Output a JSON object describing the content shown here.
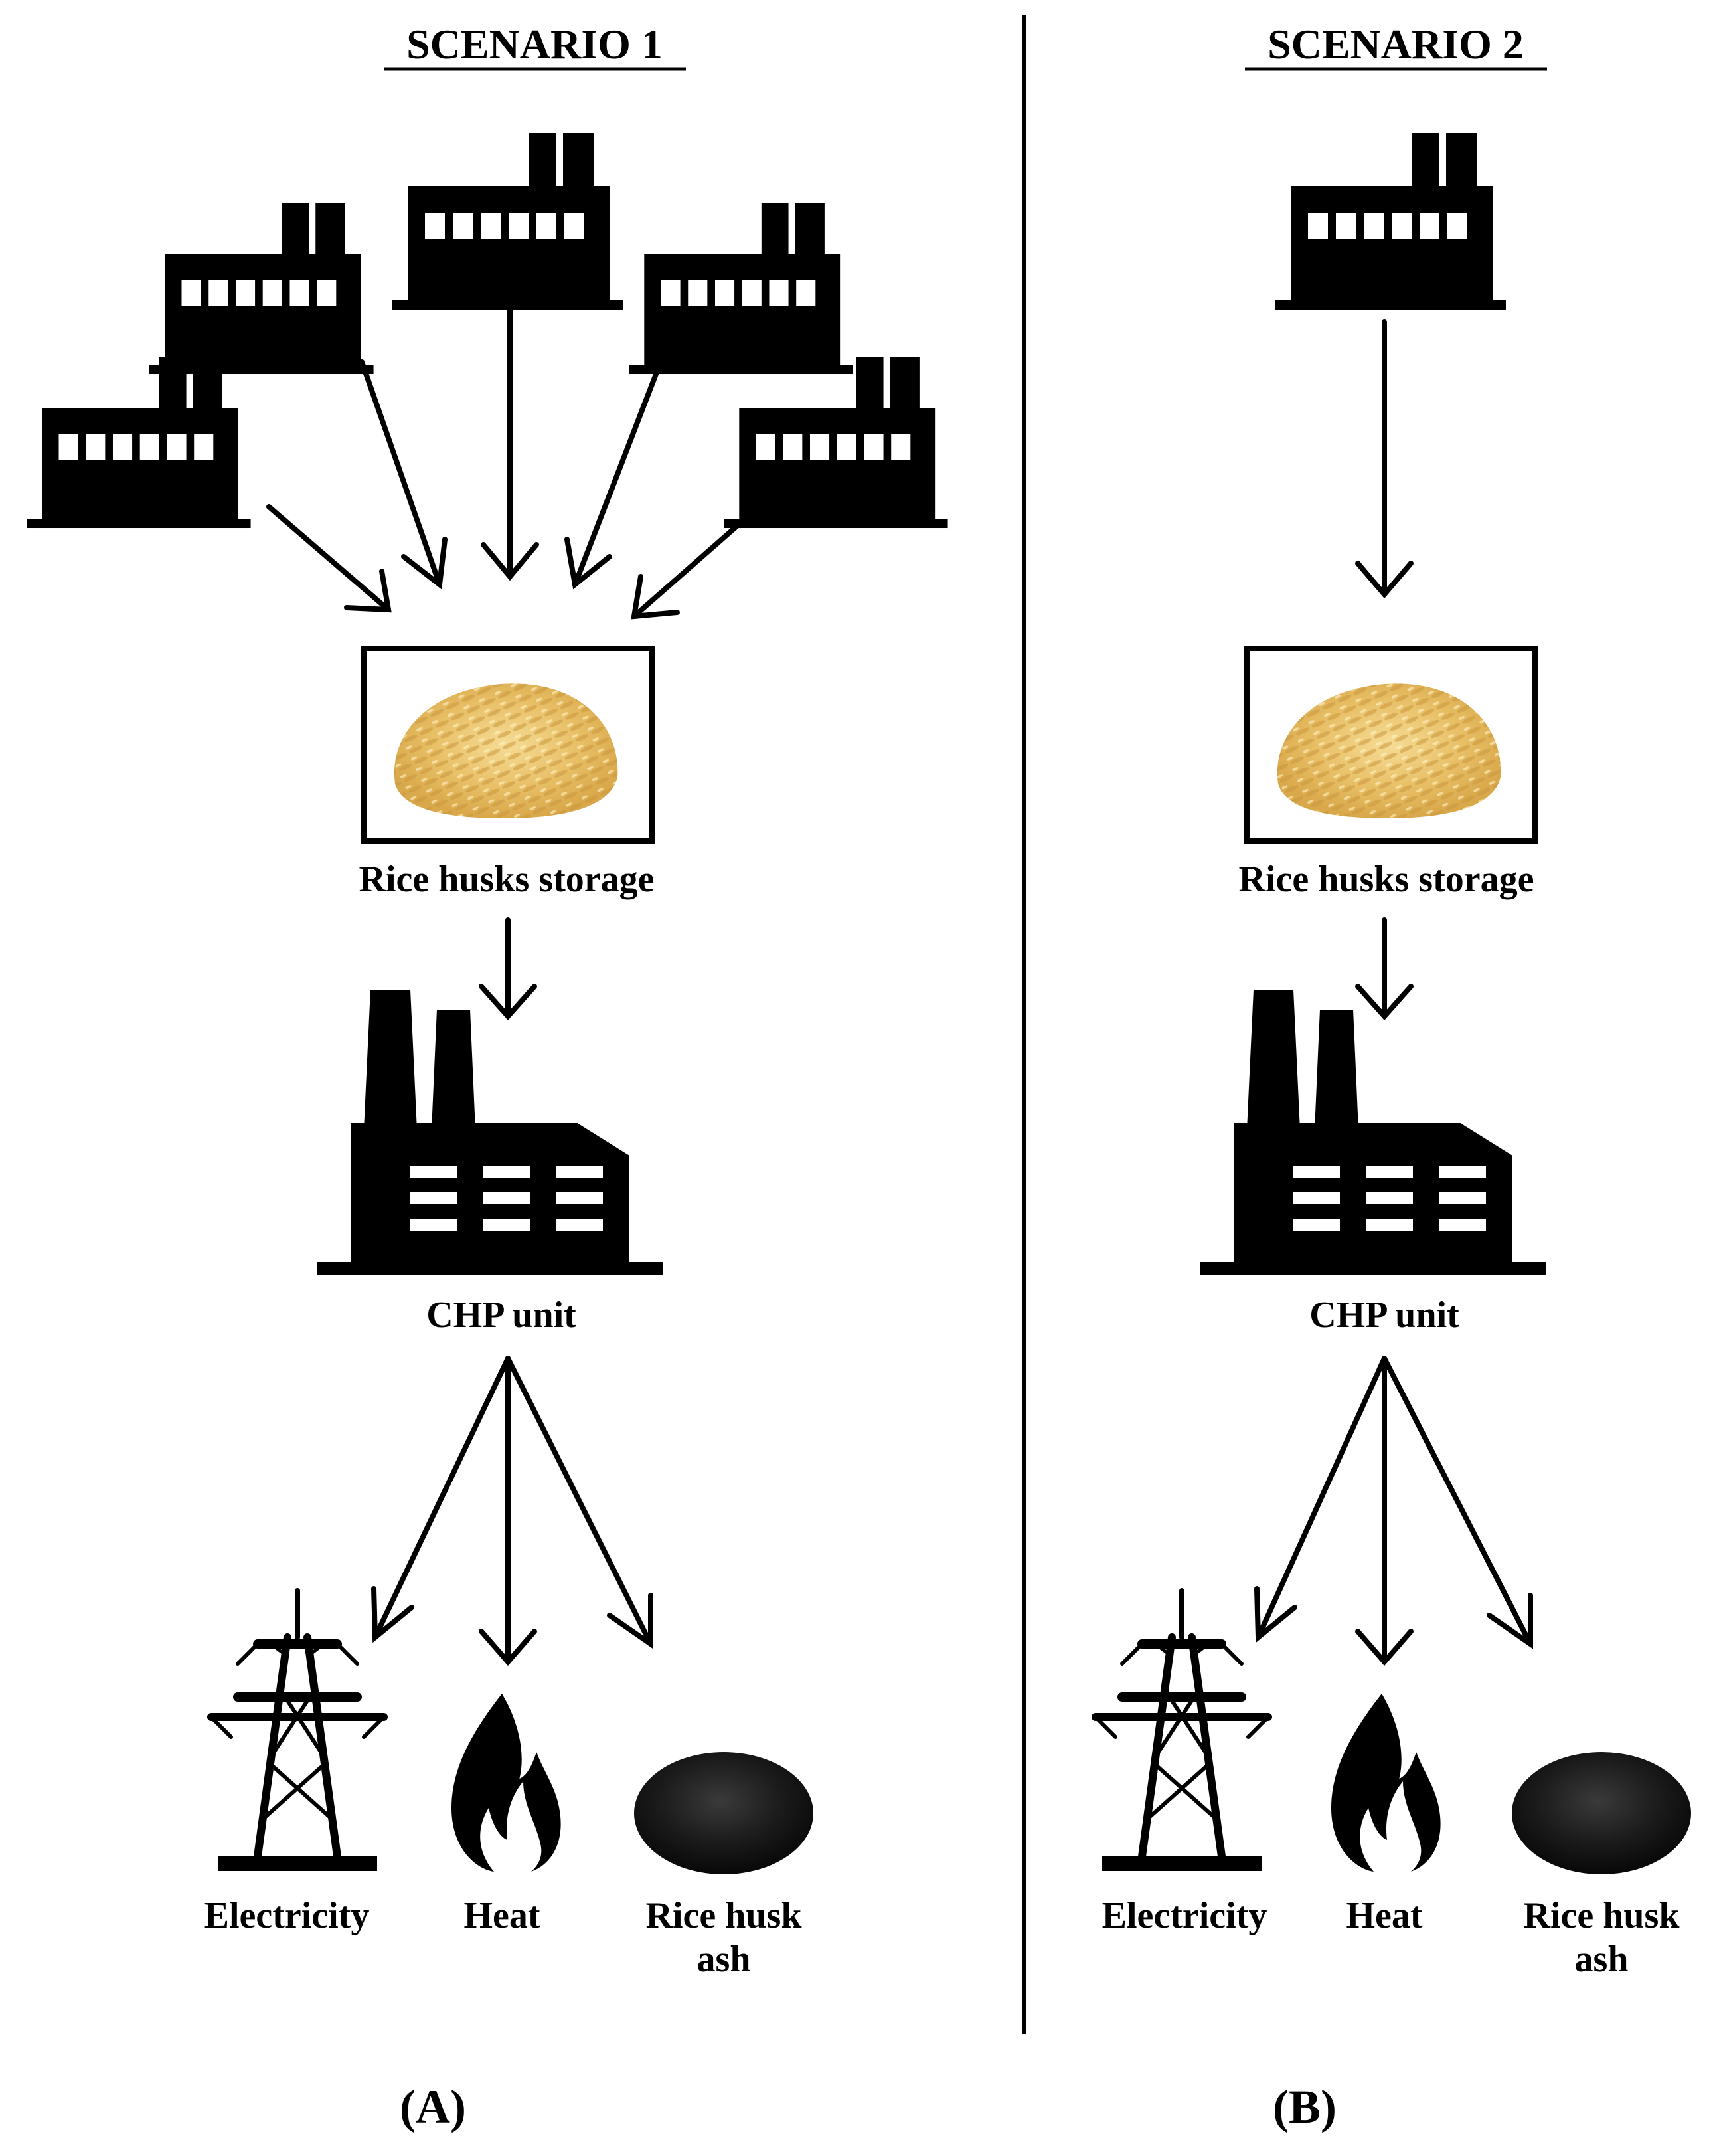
{
  "scenarios": [
    {
      "title": "SCENARIO 1",
      "panel_label": "(A)",
      "storage_label": "Rice husks storage",
      "chp_label": "CHP unit",
      "outputs": [
        {
          "label_lines": [
            "Electricity"
          ],
          "icon": "power-pylon-icon"
        },
        {
          "label_lines": [
            "Heat"
          ],
          "icon": "flame-icon"
        },
        {
          "label_lines": [
            "Rice husk",
            "ash"
          ],
          "icon": "ash-pile-icon"
        }
      ],
      "mills_count": 5
    },
    {
      "title": "SCENARIO 2",
      "panel_label": "(B)",
      "storage_label": "Rice husks storage",
      "chp_label": "CHP unit",
      "outputs": [
        {
          "label_lines": [
            "Electricity"
          ],
          "icon": "power-pylon-icon"
        },
        {
          "label_lines": [
            "Heat"
          ],
          "icon": "flame-icon"
        },
        {
          "label_lines": [
            "Rice husk",
            "ash"
          ],
          "icon": "ash-pile-icon"
        }
      ],
      "mills_count": 1
    }
  ],
  "colors": {
    "ink": "#000000",
    "husk_light": "#f1cf7c",
    "husk_dark": "#c99a3f",
    "ash": "#141414"
  }
}
